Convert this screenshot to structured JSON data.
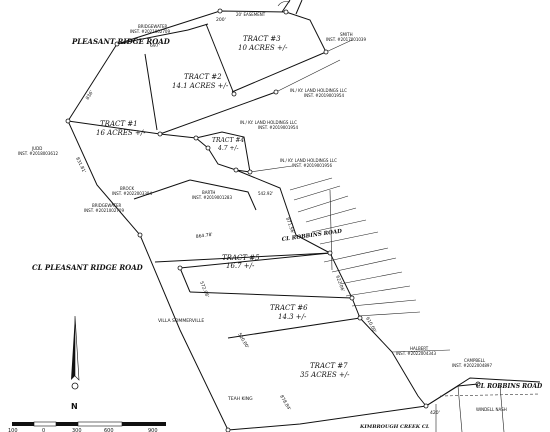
{
  "roads": {
    "pleasant_ridge_rd": "PLEASANT RIDGE ROAD",
    "cl_pleasant_ridge_rd": "CL PLEASANT RIDGE ROAD",
    "cl_robbins_rd_mid": "CL ROBBINS ROAD",
    "cl_robbins_rd_right": "CL ROBBINS ROAD",
    "kimbrough_creek": "KIMBROUGH CREEK CL"
  },
  "tracts": [
    {
      "id": "t1",
      "name": "TRACT #1",
      "acres": "16 ACRES +/-"
    },
    {
      "id": "t2",
      "name": "TRACT #2",
      "acres": "14.1 ACRES +/-"
    },
    {
      "id": "t3",
      "name": "TRACT #3",
      "acres": "10 ACRES +/-"
    },
    {
      "id": "t4",
      "name": "TRACT #4",
      "acres": "4.7 +/-"
    },
    {
      "id": "t5",
      "name": "TRACT #5",
      "acres": "16.7 +/-"
    },
    {
      "id": "t6",
      "name": "TRACT #6",
      "acres": "14.3 +/-"
    },
    {
      "id": "t7",
      "name": "TRACT #7",
      "acres": "35 ACRES +/-"
    }
  ],
  "owners": {
    "bridgewater_top": {
      "name": "BRIDGEWATER",
      "inst": "INST. #2021002709"
    },
    "easement": "20' EASEMENT",
    "smith": {
      "name": "SMITH",
      "inst": "INST. #2017001039"
    },
    "ky_land_1": {
      "name": "IN./ KY. LAND HOLDINGS LLC",
      "inst": "INST. #2019001954"
    },
    "ky_land_2": {
      "name": "IN./ KY. LAND HOLDINGS LLC",
      "inst": "INST. #2019001954"
    },
    "ky_land_3": {
      "name": "IN./ KY. LAND HOLDINGS LLC",
      "inst": "INST. #2019001956"
    },
    "judd": {
      "name": "JUDD",
      "inst": "INST. #2018003612"
    },
    "brock": {
      "name": "BROCK",
      "inst": "INST. #2022003394"
    },
    "barth": {
      "name": "BARTH",
      "inst": "INST. #2019001283"
    },
    "bridgewater_bottom": {
      "name": "BRIDGEWATER",
      "inst": "INST. #2021002709"
    },
    "villa_somerville": "VILLA SOMMERVILLE",
    "halbert": {
      "name": "HALBERT",
      "inst": "INST. #2022004343"
    },
    "campbell": {
      "name": "CAMPBELL",
      "inst": "INST. #2022004897"
    },
    "windell_nash": "WINDELL NASH",
    "teah_king": "TEAH KING"
  },
  "dimensions": {
    "d1": "200'",
    "d2": "697'",
    "d3": "836'",
    "d4": "831.81'",
    "d5": "542.92'",
    "d6": "864.78'",
    "d7": "871.56'",
    "d8": "572.06'",
    "d9": "622.06'",
    "d10": "520.00'",
    "d11": "610.00'",
    "d12": "878.84'",
    "d13": "420'"
  },
  "north": "N",
  "scale": {
    "labels": [
      "100",
      "0",
      "300",
      "600",
      "900"
    ]
  }
}
